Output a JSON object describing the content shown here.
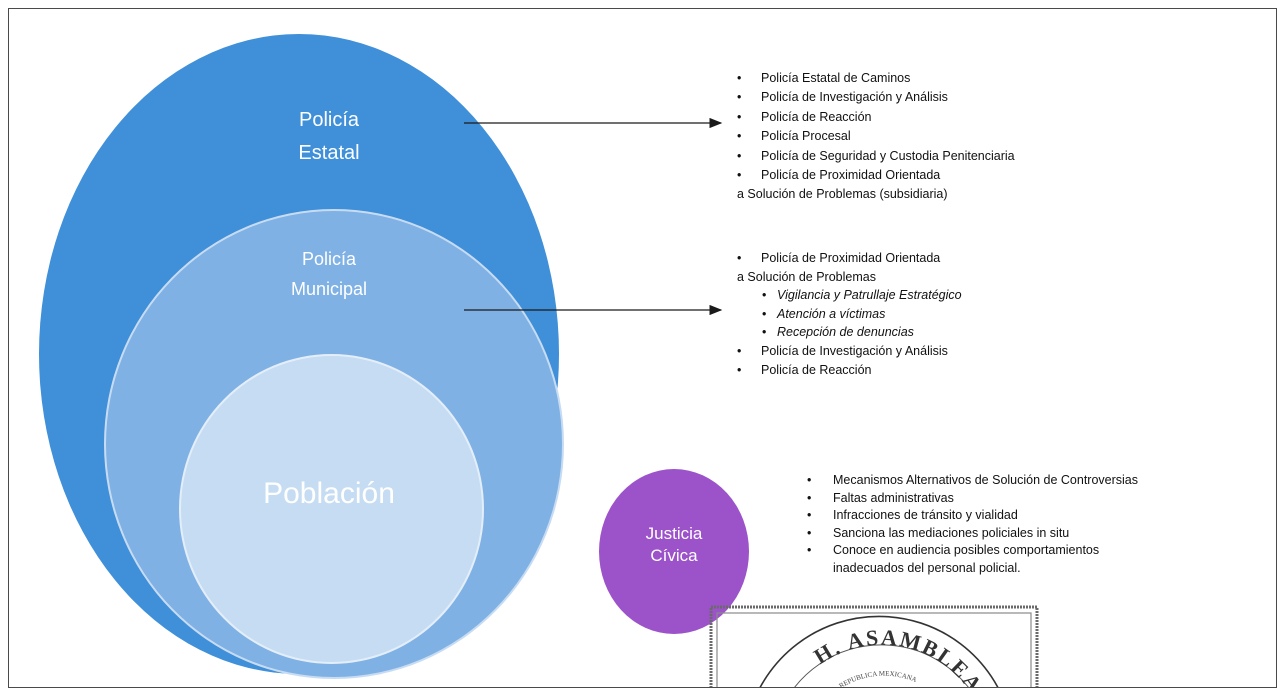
{
  "circles": {
    "estatal": {
      "label_line1": "Policía",
      "label_line2": "Estatal",
      "color": "#3f8fd9"
    },
    "municipal": {
      "label_line1": "Policía",
      "label_line2": "Municipal",
      "color": "#7fb1e5"
    },
    "poblacion": {
      "label": "Población",
      "color": "#c6dcf2"
    },
    "justicia": {
      "label_line1": "Justicia",
      "label_line2": "Cívica",
      "color": "#9c52c9"
    }
  },
  "estatal_list": [
    {
      "bullet": "•",
      "text": "Policía Estatal de Caminos"
    },
    {
      "bullet": "•",
      "text": "Policía de Investigación y Análisis"
    },
    {
      "bullet": "•",
      "text": "Policía de Reacción"
    },
    {
      "bullet": "•",
      "text": "Policía Procesal"
    },
    {
      "bullet": "•",
      "text": "Policía de Seguridad y Custodia Penitenciaria"
    },
    {
      "bullet": "•",
      "text": "Policía de Proximidad Orientada"
    },
    {
      "bullet": "",
      "text": "a Solución de Problemas (subsidiaria)"
    }
  ],
  "municipal_list": [
    {
      "bullet": "•",
      "text": "Policía de Proximidad Orientada"
    },
    {
      "bullet": "",
      "text": "a Solución de Problemas"
    },
    {
      "bullet": "•",
      "text": "Vigilancia y Patrullaje Estratégico"
    },
    {
      "bullet": "•",
      "text": "Atención a víctimas"
    },
    {
      "bullet": "•",
      "text": "Recepción de denuncias"
    },
    {
      "bullet": "•",
      "text": "Policía de Investigación y Análisis"
    },
    {
      "bullet": "•",
      "text": "Policía de Reacción"
    }
  ],
  "justicia_list": [
    {
      "bullet": "•",
      "text": "Mecanismos Alternativos de Solución de Controversias"
    },
    {
      "bullet": "•",
      "text": "Faltas administrativas"
    },
    {
      "bullet": "•",
      "text": "Infracciones de tránsito y vialidad"
    },
    {
      "bullet": "•",
      "text": "Sanciona las mediaciones policiales in situ"
    },
    {
      "bullet": "•",
      "text": "Conoce en audiencia posibles comportamientos"
    },
    {
      "bullet": "",
      "text": "inadecuados del personal policial."
    }
  ],
  "seal": {
    "main_text": "H. ASAMBLEA",
    "sub_text": "REPUBLICA MEXICANA"
  }
}
